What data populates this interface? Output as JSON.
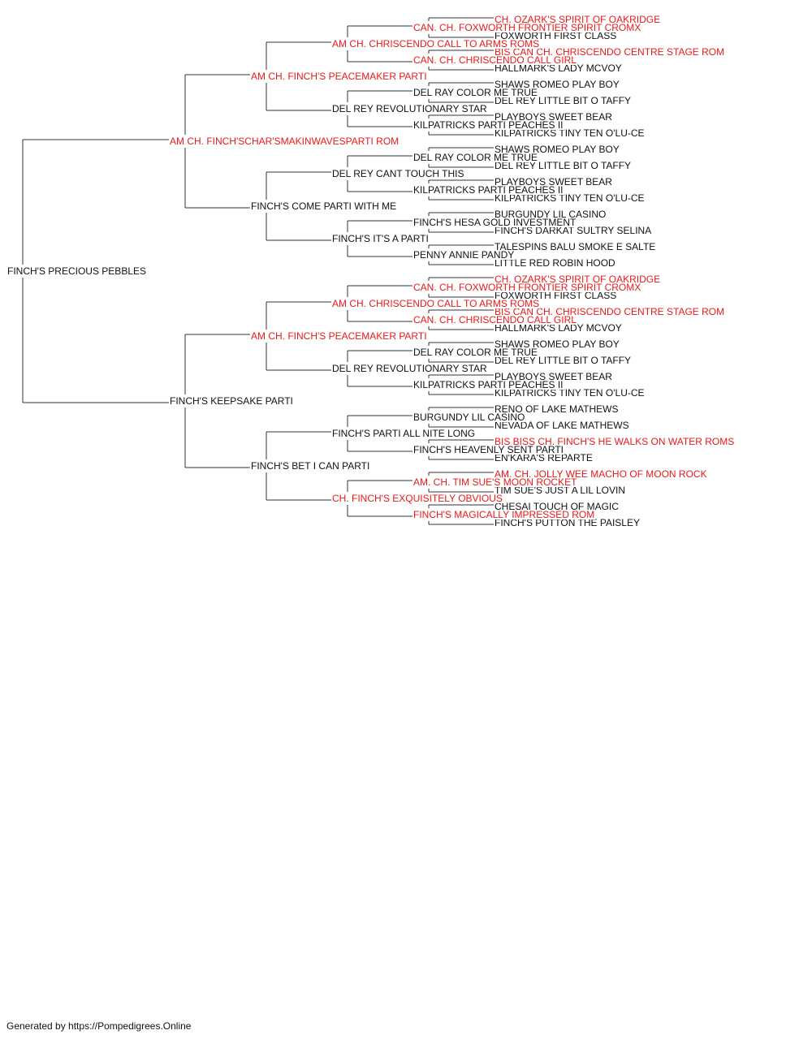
{
  "colors": {
    "titled": "#e8191a",
    "normal": "#111111",
    "lines": "#333333"
  },
  "footer": "Generated by https://Pompedigrees.Online",
  "pedigree": {
    "name": "FINCH'S PRECIOUS PEBBLES",
    "titled": false,
    "sire": {
      "name": "AM CH. FINCH'SCHAR'SMAKINWAVESPARTI ROM",
      "titled": true,
      "sire": {
        "name": "AM CH. FINCH'S PEACEMAKER PARTI",
        "titled": true,
        "sire": {
          "name": "AM CH. CHRISCENDO CALL TO ARMS ROMS",
          "titled": true,
          "sire": {
            "name": "CAN. CH. FOXWORTH FRONTIER SPIRIT CROMX",
            "titled": true,
            "sire": {
              "name": "CH. OZARK'S SPIRIT OF OAKRIDGE",
              "titled": true
            },
            "dam": {
              "name": "FOXWORTH FIRST CLASS",
              "titled": false
            }
          },
          "dam": {
            "name": "CAN. CH. CHRISCENDO CALL GIRL",
            "titled": true,
            "sire": {
              "name": "BIS CAN CH. CHRISCENDO CENTRE STAGE ROM",
              "titled": true
            },
            "dam": {
              "name": "HALLMARK'S LADY MCVOY",
              "titled": false
            }
          }
        },
        "dam": {
          "name": "DEL REY REVOLUTIONARY STAR",
          "titled": false,
          "sire": {
            "name": "DEL RAY COLOR ME TRUE",
            "titled": false,
            "sire": {
              "name": "SHAWS ROMEO PLAY BOY",
              "titled": false
            },
            "dam": {
              "name": "DEL REY LITTLE BIT O TAFFY",
              "titled": false
            }
          },
          "dam": {
            "name": "KILPATRICKS PARTI PEACHES II",
            "titled": false,
            "sire": {
              "name": "PLAYBOYS SWEET BEAR",
              "titled": false
            },
            "dam": {
              "name": "KILPATRICKS TINY TEN O'LU-CE",
              "titled": false
            }
          }
        }
      },
      "dam": {
        "name": "FINCH'S COME PARTI WITH ME",
        "titled": false,
        "sire": {
          "name": "DEL REY CANT TOUCH THIS",
          "titled": false,
          "sire": {
            "name": "DEL RAY COLOR ME TRUE",
            "titled": false,
            "sire": {
              "name": "SHAWS ROMEO PLAY BOY",
              "titled": false
            },
            "dam": {
              "name": "DEL REY LITTLE BIT O TAFFY",
              "titled": false
            }
          },
          "dam": {
            "name": "KILPATRICKS PARTI PEACHES II",
            "titled": false,
            "sire": {
              "name": "PLAYBOYS SWEET BEAR",
              "titled": false
            },
            "dam": {
              "name": "KILPATRICKS TINY TEN O'LU-CE",
              "titled": false
            }
          }
        },
        "dam": {
          "name": "FINCH'S IT'S A PARTI",
          "titled": false,
          "sire": {
            "name": "FINCH'S HESA GOLD INVESTMENT",
            "titled": false,
            "sire": {
              "name": "BURGUNDY LIL CASINO",
              "titled": false
            },
            "dam": {
              "name": "FINCH'S DARKAT SULTRY SELINA",
              "titled": false
            }
          },
          "dam": {
            "name": "PENNY ANNIE PANDY",
            "titled": false,
            "sire": {
              "name": "TALESPINS BALU SMOKE E SALTE",
              "titled": false
            },
            "dam": {
              "name": "LITTLE RED ROBIN HOOD",
              "titled": false
            }
          }
        }
      }
    },
    "dam": {
      "name": "FINCH'S KEEPSAKE PARTI",
      "titled": false,
      "sire": {
        "name": "AM CH. FINCH'S PEACEMAKER PARTI",
        "titled": true,
        "sire": {
          "name": "AM CH. CHRISCENDO CALL TO ARMS ROMS",
          "titled": true,
          "sire": {
            "name": "CAN. CH. FOXWORTH FRONTIER SPIRIT CROMX",
            "titled": true,
            "sire": {
              "name": "CH. OZARK'S SPIRIT OF OAKRIDGE",
              "titled": true
            },
            "dam": {
              "name": "FOXWORTH FIRST CLASS",
              "titled": false
            }
          },
          "dam": {
            "name": "CAN. CH. CHRISCENDO CALL GIRL",
            "titled": true,
            "sire": {
              "name": "BIS CAN CH. CHRISCENDO CENTRE STAGE ROM",
              "titled": true
            },
            "dam": {
              "name": "HALLMARK'S LADY MCVOY",
              "titled": false
            }
          }
        },
        "dam": {
          "name": "DEL REY REVOLUTIONARY STAR",
          "titled": false,
          "sire": {
            "name": "DEL RAY COLOR ME TRUE",
            "titled": false,
            "sire": {
              "name": "SHAWS ROMEO PLAY BOY",
              "titled": false
            },
            "dam": {
              "name": "DEL REY LITTLE BIT O TAFFY",
              "titled": false
            }
          },
          "dam": {
            "name": "KILPATRICKS PARTI PEACHES II",
            "titled": false,
            "sire": {
              "name": "PLAYBOYS SWEET BEAR",
              "titled": false
            },
            "dam": {
              "name": "KILPATRICKS TINY TEN O'LU-CE",
              "titled": false
            }
          }
        }
      },
      "dam": {
        "name": "FINCH'S BET I CAN PARTI",
        "titled": false,
        "sire": {
          "name": "FINCH'S PARTI ALL NITE LONG",
          "titled": false,
          "sire": {
            "name": "BURGUNDY LIL CASINO",
            "titled": false,
            "sire": {
              "name": "RENO OF LAKE MATHEWS",
              "titled": false
            },
            "dam": {
              "name": "NEVADA OF LAKE MATHEWS",
              "titled": false
            }
          },
          "dam": {
            "name": "FINCH'S HEAVENLY SENT PARTI",
            "titled": false,
            "sire": {
              "name": "BIS BISS CH. FINCH'S HE WALKS ON WATER ROMS",
              "titled": true
            },
            "dam": {
              "name": "EN'KARA'S REPARTE",
              "titled": false
            }
          }
        },
        "dam": {
          "name": "CH. FINCH'S EXQUISITELY OBVIOUS",
          "titled": true,
          "sire": {
            "name": "AM. CH. TIM SUE'S MOON ROCKET",
            "titled": true,
            "sire": {
              "name": "AM. CH. JOLLY WEE MACHO OF MOON ROCK",
              "titled": true
            },
            "dam": {
              "name": "TIM SUE'S JUST A LIL LOVIN",
              "titled": false
            }
          },
          "dam": {
            "name": "FINCH'S MAGICALLY IMPRESSED ROM",
            "titled": true,
            "sire": {
              "name": "CHESAI TOUCH OF MAGIC",
              "titled": false
            },
            "dam": {
              "name": "FINCH'S PUTTON THE PAISLEY",
              "titled": false
            }
          }
        }
      }
    }
  }
}
